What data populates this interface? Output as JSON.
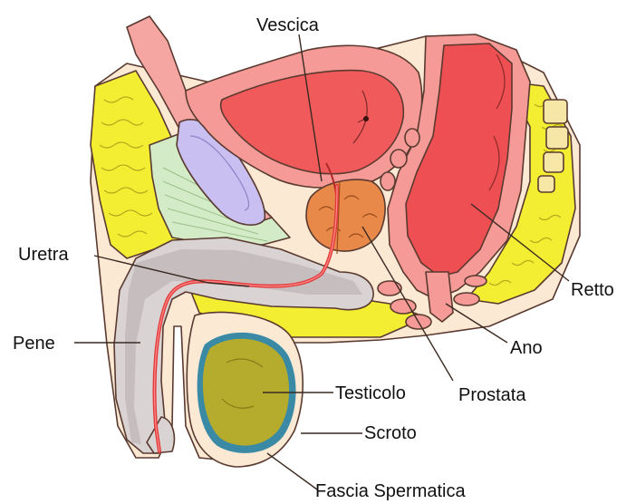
{
  "labels": {
    "vescica": "Vescica",
    "uretra": "Uretra",
    "pene": "Pene",
    "testicolo": "Testicolo",
    "scroto": "Scroto",
    "fascia_spermatica": "Fascia Spermatica",
    "retto": "Retto",
    "ano": "Ano",
    "prostata": "Prostata"
  },
  "colors": {
    "bladder": "#f05a5a",
    "bladder_wall": "#f59a96",
    "rectum": "#ee4f52",
    "prostate": "#e8894a",
    "fat": "#f4ee32",
    "fat_dots": "#b9a81c",
    "penis": "#d9d3d3",
    "penis_shadow": "#bdb5b5",
    "testicle": "#b5ab2c",
    "testicle_rim": "#3a8aa6",
    "pubic_bone": "#c9bff0",
    "connective": "#d3ecc7",
    "skin": "#fbe9d4",
    "urethra": "#e23b3b"
  }
}
